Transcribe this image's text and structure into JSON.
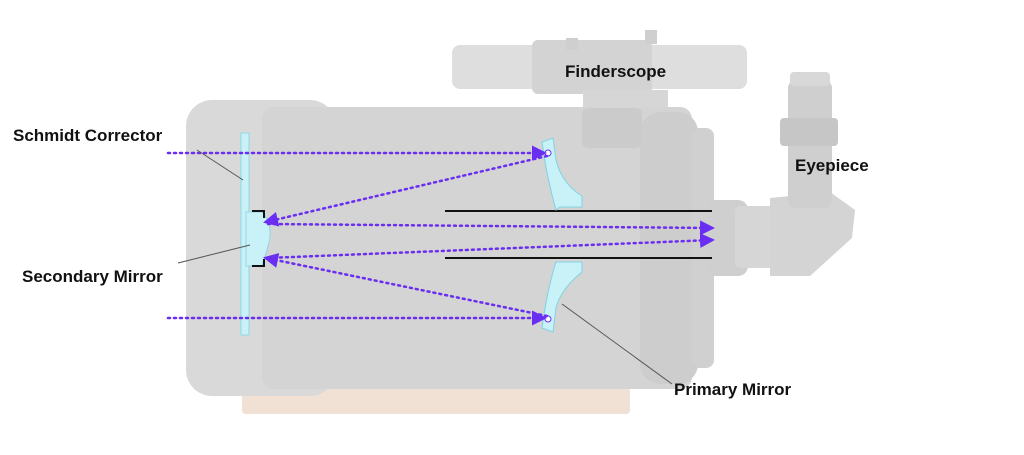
{
  "labels": {
    "finderscope": "Finderscope",
    "schmidt_corrector": "Schmidt Corrector",
    "eyepiece": "Eyepiece",
    "secondary_mirror": "Secondary Mirror",
    "primary_mirror": "Primary Mirror"
  },
  "colors": {
    "light_ray": "#6a2ef2",
    "optic_fill": "#c9f1f8",
    "optic_stroke": "#7fd3e3",
    "body": "#dcdcdc",
    "body_dark": "#cfcfcf",
    "cradle": "#f0dccf",
    "leader": "#555555",
    "label_text": "#111111"
  }
}
